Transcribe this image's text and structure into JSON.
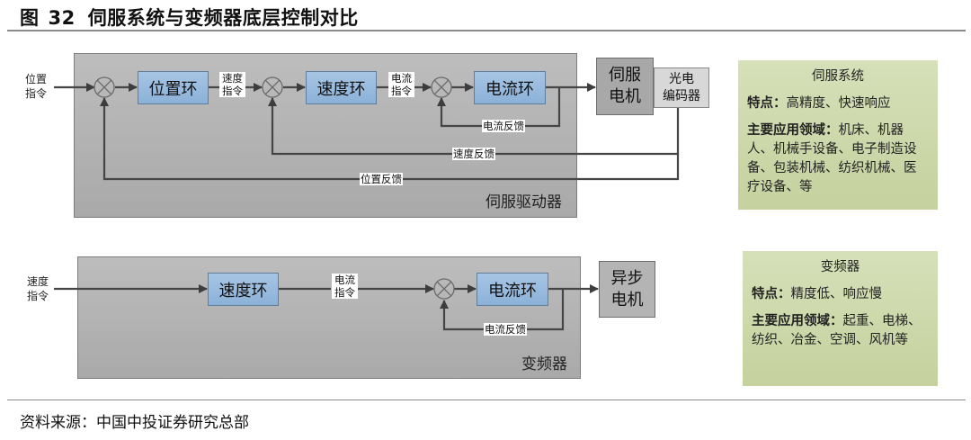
{
  "header": {
    "figure_label": "图",
    "figure_number": "32",
    "title": "伺服系统与变频器底层控制对比"
  },
  "servo": {
    "input_label": [
      "位置",
      "指令"
    ],
    "position_loop": "位置环",
    "speed_cmd": [
      "速度",
      "指令"
    ],
    "speed_loop": "速度环",
    "current_cmd": [
      "电流",
      "指令"
    ],
    "current_loop": "电流环",
    "current_feedback": "电流反馈",
    "speed_feedback": "速度反馈",
    "position_feedback": "位置反馈",
    "driver_label": "伺服驱动器",
    "motor": [
      "伺服",
      "电机"
    ],
    "encoder": [
      "光电",
      "编码器"
    ],
    "note": {
      "heading": "伺服系统",
      "feature_label": "特点：",
      "feature_text": "高精度、快速响应",
      "app_label": "主要应用领域：",
      "app_text": "机床、机器人、机械手设备、电子制造设备、包装机械、纺织机械、医疗设备、等"
    }
  },
  "inverter": {
    "input_label": [
      "速度",
      "指令"
    ],
    "speed_loop": "速度环",
    "current_cmd": [
      "电流",
      "指令"
    ],
    "current_loop": "电流环",
    "current_feedback": "电流反馈",
    "panel_label": "变频器",
    "motor": [
      "异步",
      "电机"
    ],
    "note": {
      "heading": "变频器",
      "feature_label": "特点：",
      "feature_text": "精度低、响应慢",
      "app_label": "主要应用领域：",
      "app_text": "起重、电梯、纺织、冶金、空调、风机等"
    }
  },
  "footer": {
    "source": "资料来源：中国中投证券研究总部"
  }
}
